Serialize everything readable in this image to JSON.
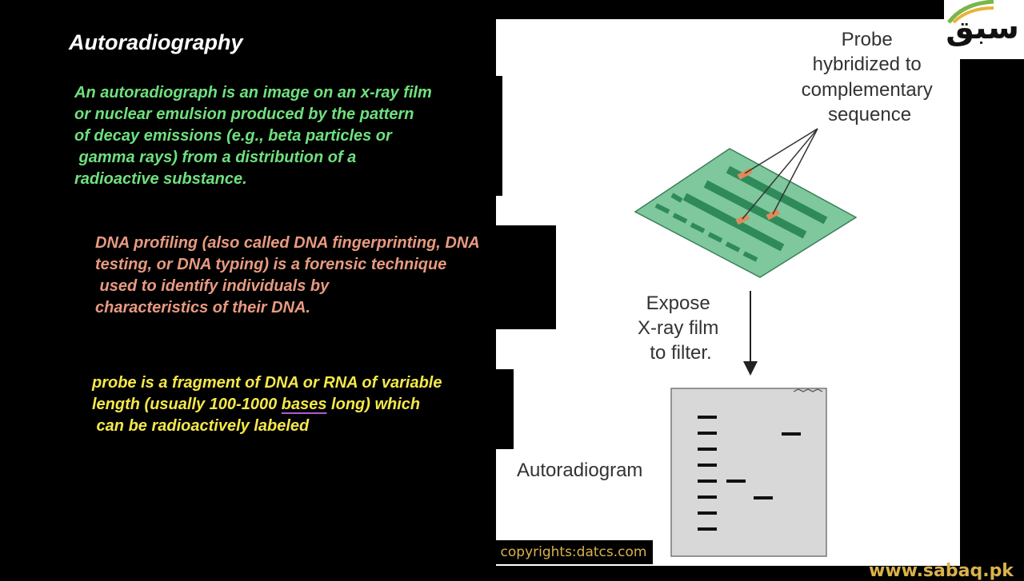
{
  "slide": {
    "title": "Autoradiography",
    "para1": "An autoradiograph is an image on an x-ray film\nor nuclear emulsion produced by the pattern\nof decay emissions (e.g., beta particles or\n gamma rays) from a distribution of a\nradioactive substance.",
    "para2": "DNA profiling (also called DNA fingerprinting, DNA\ntesting, or DNA typing) is a forensic technique\n used to identify individuals by\ncharacteristics of their DNA.",
    "para3_a": "probe is a fragment of DNA or RNA of variable\nlength (usually 100-1000 ",
    "para3_underline": "bases",
    "para3_b": " long) which\n can be radioactively labeled",
    "colors": {
      "green": "#6fe07e",
      "salmon": "#e89a80",
      "yellow": "#f4e84a"
    }
  },
  "diagram": {
    "probe_label_lines": [
      "Probe",
      "hybridized to",
      "complementary",
      "sequence"
    ],
    "expose_label_lines": [
      "Expose",
      "X-ray film",
      "to filter."
    ],
    "autoradiogram_label": "Autoradiogram"
  },
  "footer": {
    "copyright": "copyrights:datcs.com",
    "url": "www.sabaq.pk",
    "logo": "سبق"
  }
}
